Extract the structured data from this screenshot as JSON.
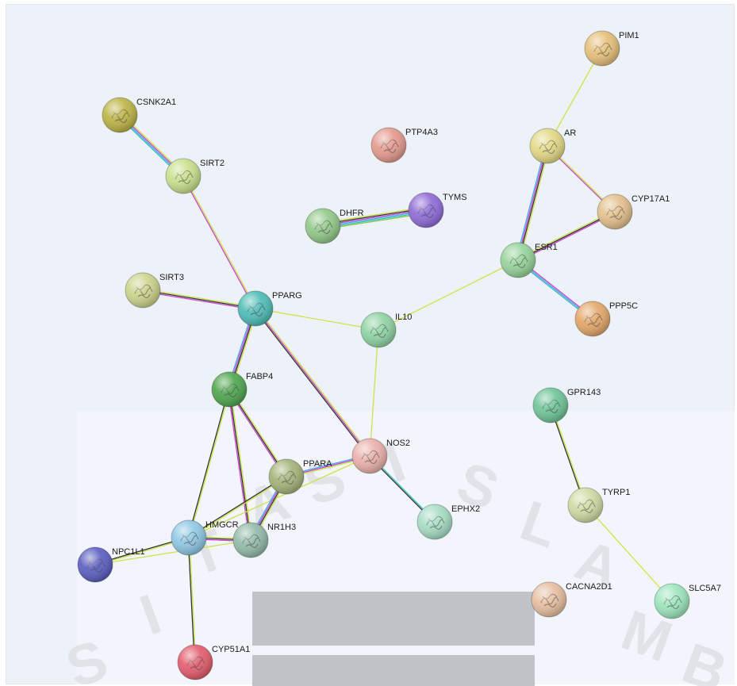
{
  "colors": {
    "edge_yellow": "#cfe24a",
    "edge_magenta": "#cc44cc",
    "edge_blue": "#44aaee",
    "edge_cyan": "#33bbbb",
    "edge_dark": "#333333",
    "edge_green": "#88cc44"
  },
  "watermark": [
    "S",
    "I",
    "T",
    "A",
    "S",
    "I",
    "S",
    "L",
    "A",
    "M",
    "B"
  ],
  "nodes": [
    {
      "id": "PIM1",
      "label": "PIM1",
      "color": "#e6c07a",
      "icon": "protein-structure-icon"
    },
    {
      "id": "CSNK2A1",
      "label": "CSNK2A1",
      "color": "#bdb445",
      "icon": "protein-structure-icon"
    },
    {
      "id": "PTP4A3",
      "label": "PTP4A3",
      "color": "#e49a8e",
      "icon": "protein-structure-icon"
    },
    {
      "id": "AR",
      "label": "AR",
      "color": "#e3d986",
      "icon": "protein-structure-icon"
    },
    {
      "id": "SIRT2",
      "label": "SIRT2",
      "color": "#c9e08c",
      "icon": "protein-structure-icon"
    },
    {
      "id": "TYMS",
      "label": "TYMS",
      "color": "#8f6cd8",
      "icon": "protein-structure-icon"
    },
    {
      "id": "DHFR",
      "label": "DHFR",
      "color": "#92c98a",
      "icon": "protein-structure-icon"
    },
    {
      "id": "CYP17A1",
      "label": "CYP17A1",
      "color": "#e4c08c",
      "icon": "protein-structure-icon"
    },
    {
      "id": "ESR1",
      "label": "ESR1",
      "color": "#96d49a",
      "icon": "protein-structure-icon"
    },
    {
      "id": "SIRT3",
      "label": "SIRT3",
      "color": "#cbd48c",
      "icon": "protein-structure-icon"
    },
    {
      "id": "PPARG",
      "label": "PPARG",
      "color": "#4fbcb6",
      "icon": "protein-structure-icon"
    },
    {
      "id": "PPP5C",
      "label": "PPP5C",
      "color": "#e4a76a",
      "icon": "protein-structure-icon"
    },
    {
      "id": "IL10",
      "label": "IL10",
      "color": "#8fd4a4",
      "icon": "protein-structure-icon"
    },
    {
      "id": "FABP4",
      "label": "FABP4",
      "color": "#4fa64f",
      "icon": "protein-structure-icon"
    },
    {
      "id": "GPR143",
      "label": "GPR143",
      "color": "#6fc598",
      "icon": "protein-structure-icon"
    },
    {
      "id": "NOS2",
      "label": "NOS2",
      "color": "#eab1ab",
      "icon": "protein-structure-icon"
    },
    {
      "id": "PPARA",
      "label": "PPARA",
      "color": "#a4b47a",
      "icon": "protein-structure-icon"
    },
    {
      "id": "TYRP1",
      "label": "TYRP1",
      "color": "#cfdba4",
      "icon": "protein-structure-icon"
    },
    {
      "id": "EPHX2",
      "label": "EPHX2",
      "color": "#a7ddc5",
      "icon": "protein-structure-icon"
    },
    {
      "id": "HMGCR",
      "label": "HMGCR",
      "color": "#8fc8e4",
      "icon": "protein-structure-icon"
    },
    {
      "id": "NR1H3",
      "label": "NR1H3",
      "color": "#93bba8",
      "icon": "protein-structure-icon"
    },
    {
      "id": "NPC1L1",
      "label": "NPC1L1",
      "color": "#5b5fc0",
      "icon": "protein-structure-icon"
    },
    {
      "id": "CACNA2D1",
      "label": "CACNA2D1",
      "color": "#e6bfa0",
      "icon": "protein-structure-icon"
    },
    {
      "id": "SLC5A7",
      "label": "SLC5A7",
      "color": "#9de6bd",
      "icon": "protein-structure-icon"
    },
    {
      "id": "CYP51A1",
      "label": "CYP51A1",
      "color": "#e35d6e",
      "icon": "protein-structure-icon"
    }
  ],
  "edges": [
    {
      "source": "PIM1",
      "target": "AR",
      "colors": [
        "yellow"
      ]
    },
    {
      "source": "CSNK2A1",
      "target": "SIRT2",
      "colors": [
        "yellow",
        "magenta",
        "blue",
        "cyan"
      ]
    },
    {
      "source": "SIRT2",
      "target": "PPARG",
      "colors": [
        "yellow",
        "magenta"
      ]
    },
    {
      "source": "AR",
      "target": "ESR1",
      "colors": [
        "yellow",
        "dark",
        "magenta",
        "blue"
      ]
    },
    {
      "source": "AR",
      "target": "CYP17A1",
      "colors": [
        "yellow",
        "magenta"
      ]
    },
    {
      "source": "ESR1",
      "target": "CYP17A1",
      "colors": [
        "yellow",
        "dark",
        "magenta"
      ]
    },
    {
      "source": "ESR1",
      "target": "PPP5C",
      "colors": [
        "magenta",
        "blue",
        "cyan"
      ]
    },
    {
      "source": "ESR1",
      "target": "IL10",
      "colors": [
        "yellow"
      ]
    },
    {
      "source": "DHFR",
      "target": "TYMS",
      "colors": [
        "yellow",
        "dark",
        "magenta",
        "blue",
        "cyan",
        "green"
      ]
    },
    {
      "source": "SIRT3",
      "target": "PPARG",
      "colors": [
        "yellow",
        "dark",
        "magenta"
      ]
    },
    {
      "source": "PPARG",
      "target": "IL10",
      "colors": [
        "yellow"
      ]
    },
    {
      "source": "PPARG",
      "target": "FABP4",
      "colors": [
        "yellow",
        "dark",
        "magenta",
        "blue"
      ]
    },
    {
      "source": "PPARG",
      "target": "NOS2",
      "colors": [
        "yellow",
        "magenta",
        "dark"
      ]
    },
    {
      "source": "IL10",
      "target": "NOS2",
      "colors": [
        "yellow"
      ]
    },
    {
      "source": "FABP4",
      "target": "PPARA",
      "colors": [
        "yellow",
        "dark",
        "magenta"
      ]
    },
    {
      "source": "FABP4",
      "target": "HMGCR",
      "colors": [
        "yellow",
        "dark"
      ]
    },
    {
      "source": "FABP4",
      "target": "NR1H3",
      "colors": [
        "yellow",
        "dark",
        "magenta"
      ]
    },
    {
      "source": "NOS2",
      "target": "PPARA",
      "colors": [
        "yellow",
        "magenta",
        "blue"
      ]
    },
    {
      "source": "NOS2",
      "target": "HMGCR",
      "colors": [
        "yellow"
      ]
    },
    {
      "source": "NOS2",
      "target": "EPHX2",
      "colors": [
        "cyan",
        "dark"
      ]
    },
    {
      "source": "PPARA",
      "target": "HMGCR",
      "colors": [
        "yellow",
        "dark"
      ]
    },
    {
      "source": "PPARA",
      "target": "NR1H3",
      "colors": [
        "yellow",
        "dark",
        "magenta",
        "blue"
      ]
    },
    {
      "source": "HMGCR",
      "target": "NR1H3",
      "colors": [
        "yellow",
        "dark",
        "magenta"
      ]
    },
    {
      "source": "HMGCR",
      "target": "NPC1L1",
      "colors": [
        "yellow",
        "dark"
      ]
    },
    {
      "source": "NPC1L1",
      "target": "NR1H3",
      "colors": [
        "yellow"
      ]
    },
    {
      "source": "HMGCR",
      "target": "CYP51A1",
      "colors": [
        "yellow",
        "dark"
      ]
    },
    {
      "source": "GPR143",
      "target": "TYRP1",
      "colors": [
        "yellow",
        "dark"
      ]
    },
    {
      "source": "TYRP1",
      "target": "SLC5A7",
      "colors": [
        "yellow"
      ]
    }
  ]
}
